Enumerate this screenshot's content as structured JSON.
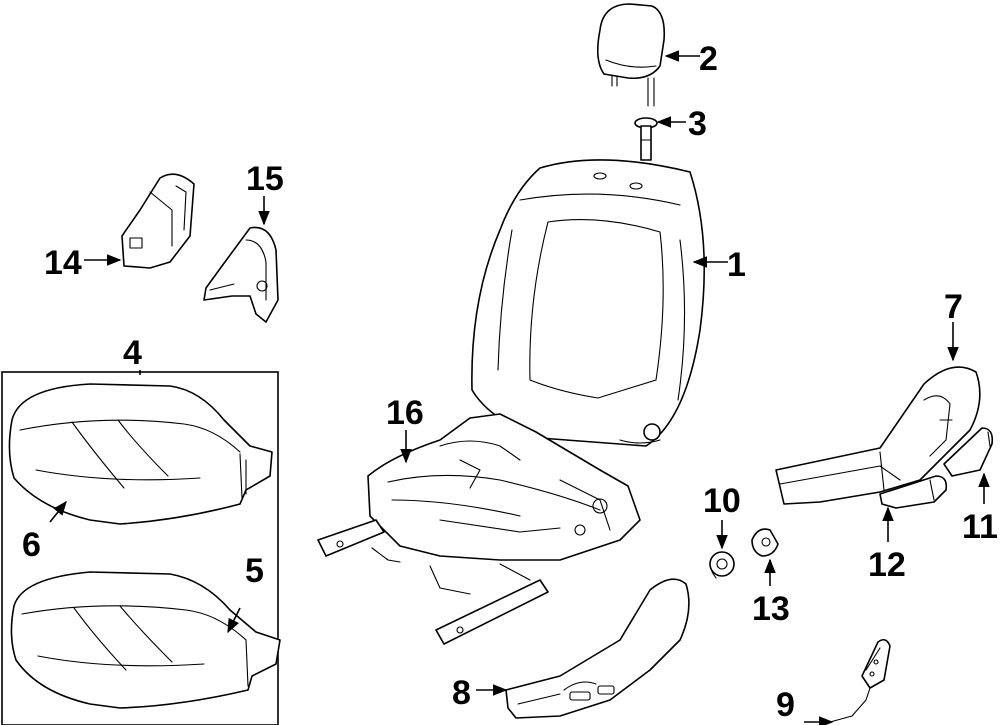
{
  "diagram": {
    "callouts": [
      {
        "id": "c1",
        "label": "1"
      },
      {
        "id": "c2",
        "label": "2"
      },
      {
        "id": "c3",
        "label": "3"
      },
      {
        "id": "c4",
        "label": "4"
      },
      {
        "id": "c5",
        "label": "5"
      },
      {
        "id": "c6",
        "label": "6"
      },
      {
        "id": "c7",
        "label": "7"
      },
      {
        "id": "c8",
        "label": "8"
      },
      {
        "id": "c9",
        "label": "9"
      },
      {
        "id": "c10",
        "label": "10"
      },
      {
        "id": "c11",
        "label": "11"
      },
      {
        "id": "c12",
        "label": "12"
      },
      {
        "id": "c13",
        "label": "13"
      },
      {
        "id": "c14",
        "label": "14"
      },
      {
        "id": "c15",
        "label": "15"
      },
      {
        "id": "c16",
        "label": "16"
      }
    ],
    "colors": {
      "line": "#000000",
      "background": "#ffffff"
    }
  }
}
